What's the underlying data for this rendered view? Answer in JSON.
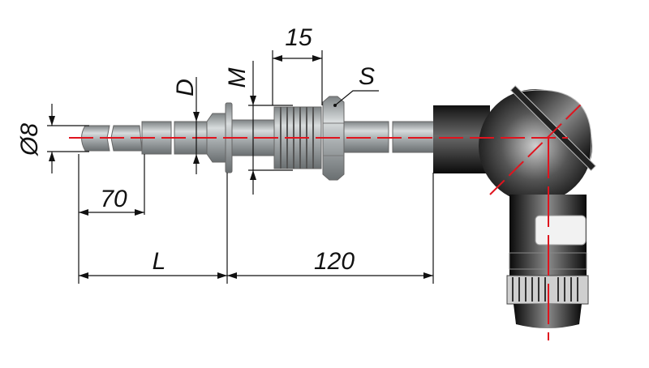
{
  "labels": {
    "diameter": "Ø8",
    "tip_length": "70",
    "D": "D",
    "M": "M",
    "thread_length": "15",
    "S": "S",
    "L": "L",
    "head_length": "120"
  },
  "colors": {
    "axis": "#e0141e",
    "metal": "#a9aeb0",
    "head": "#1a1a1a"
  }
}
